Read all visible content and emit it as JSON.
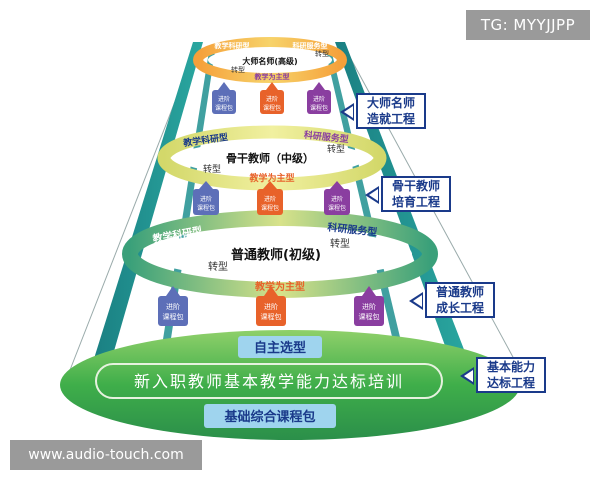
{
  "watermarks": {
    "tg": "TG: MYYJJPP",
    "site": "www.audio-touch.com"
  },
  "base": {
    "top_pill": "自主选型",
    "main_banner": "新入职教师基本教学能力达标培训",
    "bottom_pill": "基础综合课程包"
  },
  "levels": [
    {
      "title": "普通教师(初级)",
      "ring_left": "教学科研型",
      "ring_right": "科研服务型",
      "ring_bottom": "教学为主型",
      "turn_a": "转型",
      "turn_b": "转型"
    },
    {
      "title": "骨干教师（中级）",
      "ring_left": "教学科研型",
      "ring_right": "科研服务型",
      "ring_bottom": "教学为主型",
      "turn_a": "转型",
      "turn_b": "转型"
    },
    {
      "title": "大师名师(高级)",
      "ring_left": "教学科研型",
      "ring_right": "科研服务型",
      "ring_bottom": "教学为主型",
      "turn_a": "转型",
      "turn_b": "转型"
    }
  ],
  "package_text": {
    "line1": "进阶",
    "line2": "课程包"
  },
  "side_labels": [
    {
      "line1": "大师名师",
      "line2": "造就工程"
    },
    {
      "line1": "骨干教师",
      "line2": "培育工程"
    },
    {
      "line1": "普通教师",
      "line2": "成长工程"
    },
    {
      "line1": "基本能力",
      "line2": "达标工程"
    }
  ],
  "colors": {
    "teal": "#1f8f8f",
    "teal_dark": "#156d70",
    "green": "#4fb84a",
    "pill_blue": "#9fd4ee",
    "pill_text": "#1a3a8a",
    "pkg_blue": "#5d6fb8",
    "pkg_orange": "#e8622a",
    "pkg_purple": "#8a3ea0",
    "ring_yellow": "#e0e07a",
    "ring_green": "#7cc65a",
    "ring_orange": "#f08a2a",
    "label_border": "#1a3a8a"
  }
}
